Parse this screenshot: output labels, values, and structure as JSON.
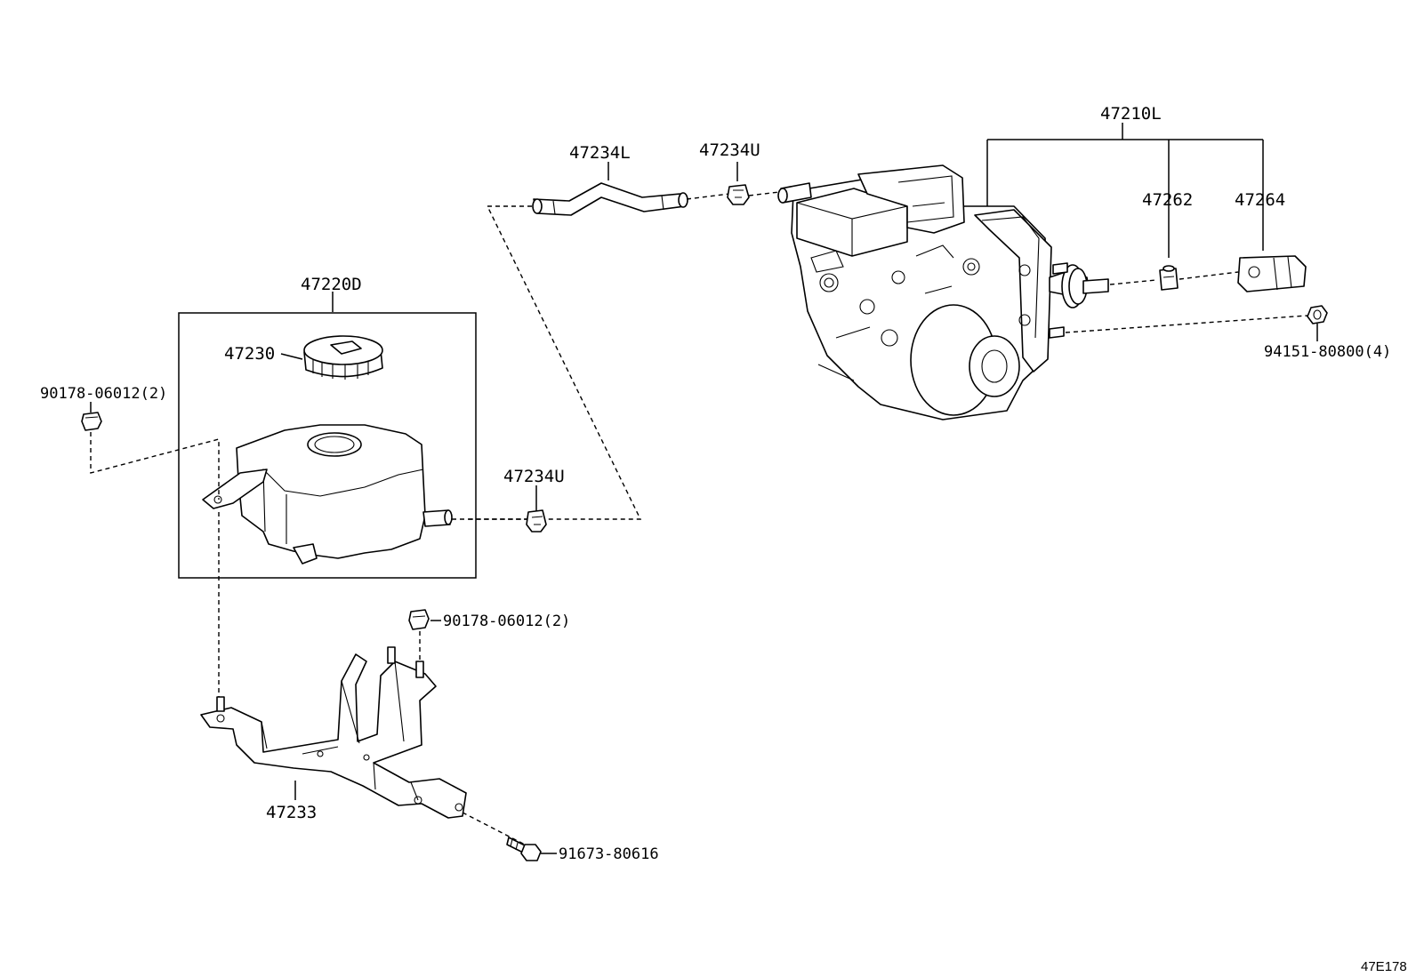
{
  "labels": {
    "booster_assembly": "47210L",
    "hose_upper": "47234L",
    "clip_upper": "47234U",
    "clip_lower": "47234U",
    "reservoir_assembly": "47220D",
    "reservoir_cap": "47230",
    "bracket": "47233",
    "part_47262": "47262",
    "part_47264": "47264",
    "nut_booster": "94151-80800(4)",
    "nut_reservoir_left": "90178-06012(2)",
    "nut_bracket": "90178-06012(2)",
    "bolt_bracket": "91673-80616"
  },
  "diagram_code": "47E178"
}
